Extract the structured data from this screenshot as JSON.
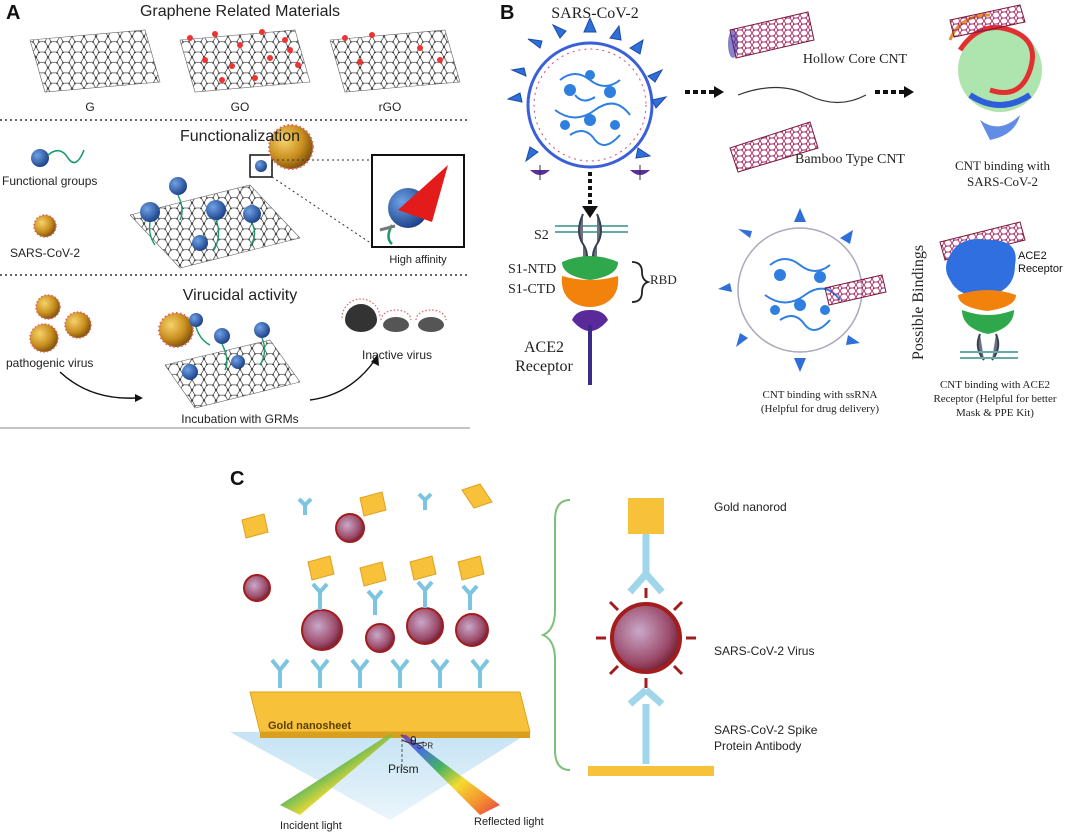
{
  "panels": {
    "a": {
      "letter": "A",
      "section1": {
        "title": "Graphene Related Materials",
        "labels": [
          "G",
          "GO",
          "rGO"
        ]
      },
      "section2": {
        "title": "Functionalization",
        "functional_groups": "Functional groups",
        "virus": "SARS-CoV-2",
        "affinity": "High affinity"
      },
      "section3": {
        "title": "Virucidal activity",
        "pathogenic": "pathogenic virus",
        "inactive": "Inactive virus",
        "incubation": "Incubation with GRMs"
      }
    },
    "b": {
      "letter": "B",
      "virus_title": "SARS-CoV-2",
      "hollow": "Hollow Core CNT",
      "bamboo": "Bamboo Type CNT",
      "binding_virus": [
        "CNT binding with",
        "SARS-CoV-2"
      ],
      "s2": "S2",
      "s1ntd": "S1-NTD",
      "s1ctd": "S1-CTD",
      "rbd": "RBD",
      "ace2": [
        "ACE2",
        "Receptor"
      ],
      "ssrna_label": "ssRNA",
      "ssrna": [
        "CNT binding with ssRNA",
        "(Helpful for drug delivery)"
      ],
      "possible": "Possible Bindings",
      "ace2_receptor": [
        "ACE2",
        "Receptor"
      ],
      "ace2_binding": [
        "CNT binding with ACE2",
        "Receptor (Helpful for better",
        "Mask & PPE Kit)"
      ]
    },
    "c": {
      "letter": "C",
      "gold_nanosheet": "Gold nanosheet",
      "theta": "θ",
      "theta_sub": "SPR",
      "prism": "Prism",
      "incident": "Incident light",
      "reflected": "Reflected light",
      "gold_nanorod": "Gold nanorod",
      "virus": "SARS-CoV-2 Virus",
      "antibody": [
        "SARS-CoV-2 Spike",
        "Protein Antibody"
      ]
    }
  },
  "colors": {
    "gold": "#f7c23a",
    "virus_red": "#b22222",
    "blue": "#2f6fd8",
    "antibody": "#9fd6ea",
    "green_brace": "#7cc07a"
  }
}
